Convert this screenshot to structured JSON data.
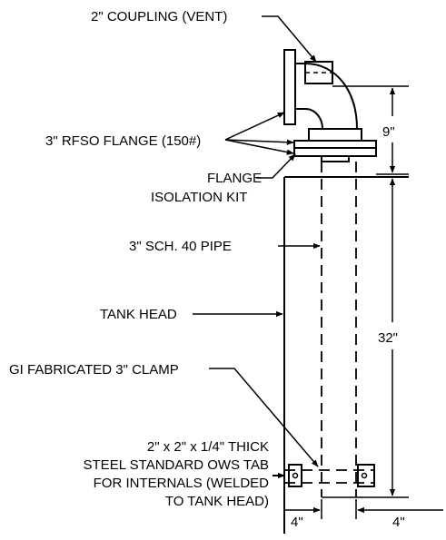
{
  "labels": {
    "coupling": "2\" COUPLING (VENT)",
    "flange": "3\" RFSO FLANGE (150#)",
    "isolation_line1": "FLANGE",
    "isolation_line2": "ISOLATION KIT",
    "pipe": "3\" SCH. 40 PIPE",
    "tank_head": "TANK HEAD",
    "clamp": "GI FABRICATED 3\" CLAMP",
    "tab_line1": "2\" x 2\" x 1/4\" THICK",
    "tab_line2": "STEEL STANDARD OWS TAB",
    "tab_line3": "FOR INTERNALS (WELDED",
    "tab_line4": "TO TANK HEAD)"
  },
  "dimensions": {
    "upper_height": "9\"",
    "pipe_height": "32\"",
    "bottom_left": "4\"",
    "bottom_right": "4\""
  }
}
